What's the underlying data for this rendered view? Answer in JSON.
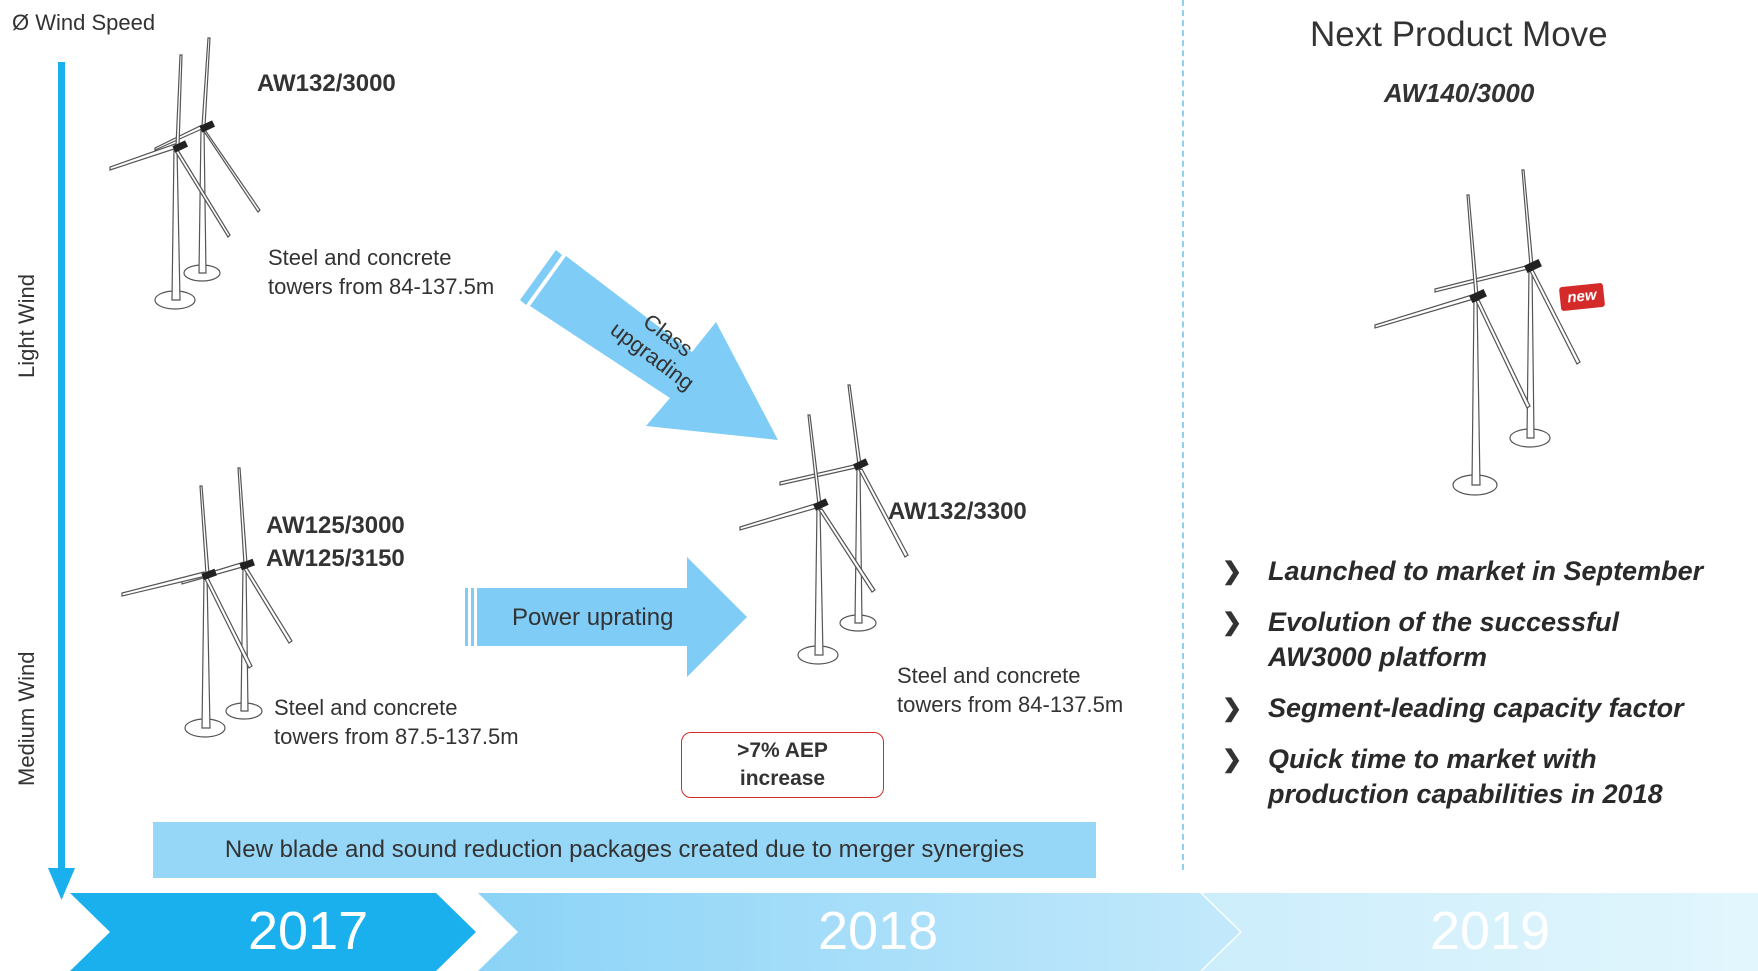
{
  "axis": {
    "title": "Ø Wind Speed",
    "light": "Light Wind",
    "medium": "Medium Wind"
  },
  "models": {
    "aw132_3000": "AW132/3000",
    "aw125_3000": "AW125/3000",
    "aw125_3150": "AW125/3150",
    "aw132_3300": "AW132/3300"
  },
  "towers": {
    "t1_l1": "Steel and concrete",
    "t1_l2": "towers from 84-137.5m",
    "t2_l1": "Steel and concrete",
    "t2_l2": "towers from 87.5-137.5m",
    "t3_l1": "Steel and concrete",
    "t3_l2": "towers from 84-137.5m"
  },
  "arrows": {
    "class_1": "Class",
    "class_2": "upgrading",
    "power": "Power uprating"
  },
  "aep": {
    "l1": ">7% AEP",
    "l2": "increase"
  },
  "banner": "New blade and sound reduction packages created due to merger synergies",
  "next": {
    "title": "Next Product Move",
    "model": "AW140/3000",
    "badge": "new",
    "bullets": [
      {
        "l1": "Launched to market in September",
        "l2": ""
      },
      {
        "l1": "Evolution of the successful",
        "l2": "AW3000 platform"
      },
      {
        "l1": "Segment-leading capacity factor",
        "l2": ""
      },
      {
        "l1": "Quick time to market with",
        "l2": "production capabilities in 2018"
      }
    ]
  },
  "timeline": {
    "y2017": "2017",
    "y2018": "2018",
    "y2019": "2019"
  },
  "colors": {
    "accent": "#1ab0ee",
    "arrow": "#7fccf7",
    "banner": "#96d6f7",
    "aep_border": "#d42a2a"
  }
}
